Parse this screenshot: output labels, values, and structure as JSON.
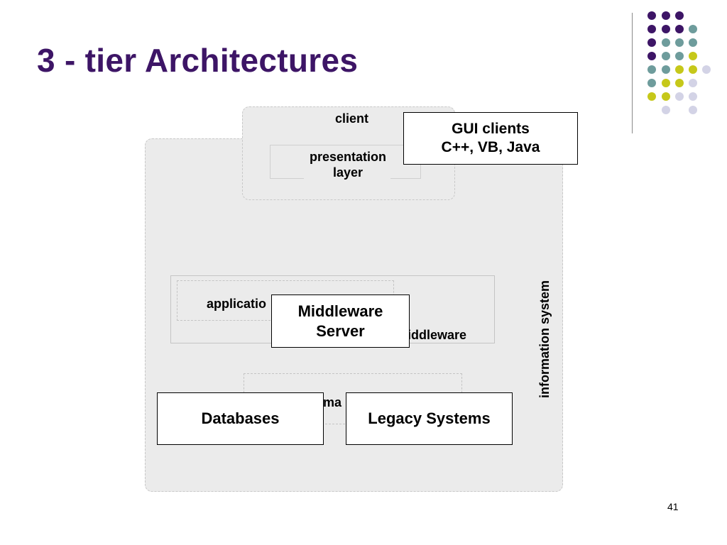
{
  "slide": {
    "title": "3 - tier Architectures",
    "page_number": "41"
  },
  "diagram": {
    "information_system_label": "information system",
    "client_label": "client",
    "presentation_layer_label": "presentation layer",
    "application_label": "applicatio",
    "middleware_label": "iddleware",
    "resource_management_label": "ma"
  },
  "callouts": {
    "gui_clients": {
      "line1": "GUI clients",
      "line2": "C++, VB, Java"
    },
    "middleware_server": {
      "line1": "Middleware",
      "line2": "Server"
    },
    "databases": "Databases",
    "legacy_systems": "Legacy Systems"
  },
  "decoration": {
    "dot_colors": {
      "purple": "#3d1566",
      "teal": "#6e9c9c",
      "yellow": "#c6c81a",
      "lavender": "#d3d3e6"
    }
  }
}
